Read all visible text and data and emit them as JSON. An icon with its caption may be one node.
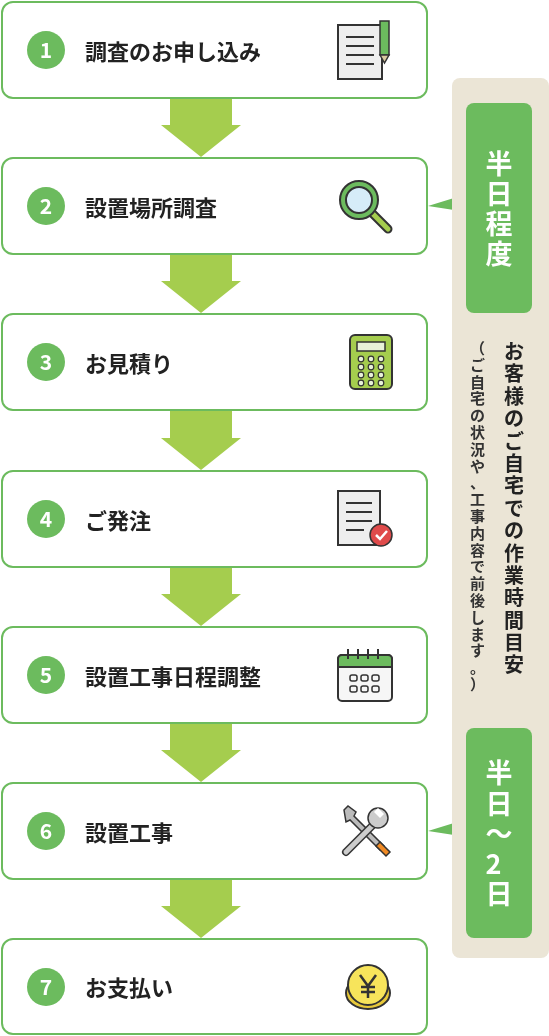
{
  "diagram": {
    "nodes": [
      {
        "text": [
          "お客様のご自宅での作業時間目安"
        ]
      },
      {
        "text": [
          "半日程度"
        ],
        "in": 0
      },
      {
        "text": [
          "半日〜2日"
        ],
        "in": 0
      },
      {
        "text": [
          "1",
          "調査のお申し込み"
        ]
      },
      {
        "text": [
          "2",
          "設置場所調査"
        ]
      },
      {
        "text": [
          "3",
          "お見積り"
        ]
      },
      {
        "text": [
          "4",
          "ご発注"
        ]
      },
      {
        "text": [
          "5",
          "設置工事日程調整"
        ]
      },
      {
        "text": [
          "6",
          "設置工事"
        ]
      },
      {
        "text": [
          "7",
          "お支払い"
        ]
      }
    ],
    "edges": [
      {
        "from": 3,
        "to": 4,
        "arrow": "to"
      },
      {
        "from": 4,
        "to": 5,
        "arrow": "to"
      },
      {
        "from": 5,
        "to": 6,
        "arrow": "to"
      },
      {
        "from": 6,
        "to": 7,
        "arrow": "to"
      },
      {
        "from": 7,
        "to": 8,
        "arrow": "to"
      },
      {
        "from": 8,
        "to": 9,
        "arrow": "to"
      },
      {
        "from": 1,
        "to": 4,
        "arrow": "to"
      },
      {
        "from": 2,
        "to": 8,
        "arrow": "to"
      }
    ],
    "labels": [
      "（ご自宅の状況や、工事内容で前後します。）"
    ]
  }
}
